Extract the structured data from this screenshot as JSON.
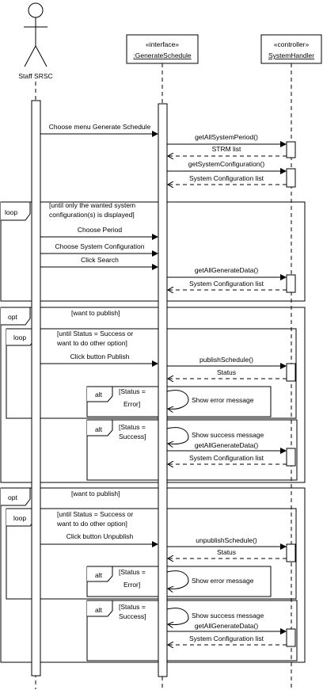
{
  "actor": {
    "name": "Staff SRSC"
  },
  "lifelines": {
    "ui": {
      "stereotype": "«interface»",
      "name": ":GenerateSchedule"
    },
    "ctrl": {
      "stereotype": "«controller»",
      "name": "SystemHandler"
    }
  },
  "messages": {
    "m1": "Choose menu Generate Schedule",
    "m2": "getAllSystemPeriod()",
    "m3": "STRM list",
    "m4": "getSystemConfiguration()",
    "m5": "System Configuration list",
    "m6": "Choose Period",
    "m7": "Choose System Configuration",
    "m8": "Click Search",
    "m9": "getAllGenerateData()",
    "m10": "System Configuration list",
    "m11": "Click button Publish",
    "m12": "publishSchedule()",
    "m13": "Status",
    "m14": "Show error message",
    "m15": "Show success message",
    "m16": "getAllGenerateData()",
    "m17": "System Configuration list",
    "m18": "Click button Unpublish",
    "m19": "unpublishSchedule()",
    "m20": "Status",
    "m21": "Show error message",
    "m22": "Show success message",
    "m23": "getAllGenerateData()",
    "m24": "System Configuration list"
  },
  "fragments": {
    "loop1": {
      "op": "loop",
      "guard1": "[until only the wanted system",
      "guard2": "configuration(s) is displayed]"
    },
    "opt1": {
      "op": "opt",
      "guard": "[want to publish]"
    },
    "loop2": {
      "op": "loop",
      "guard1": "[until Status = Success or",
      "guard2": "want to do other option]"
    },
    "alt1": {
      "op": "alt",
      "guard1": "[Status =",
      "guard2": "Error]"
    },
    "alt2": {
      "op": "alt",
      "guard1": "[Status =",
      "guard2": "Success]"
    },
    "opt2": {
      "op": "opt",
      "guard": "[want to publish]"
    },
    "loop3": {
      "op": "loop",
      "guard1": "[until Status = Success or",
      "guard2": "want to do other option]"
    },
    "alt3": {
      "op": "alt",
      "guard1": "[Status =",
      "guard2": "Error]"
    },
    "alt4": {
      "op": "alt",
      "guard1": "[Status =",
      "guard2": "Success]"
    }
  }
}
